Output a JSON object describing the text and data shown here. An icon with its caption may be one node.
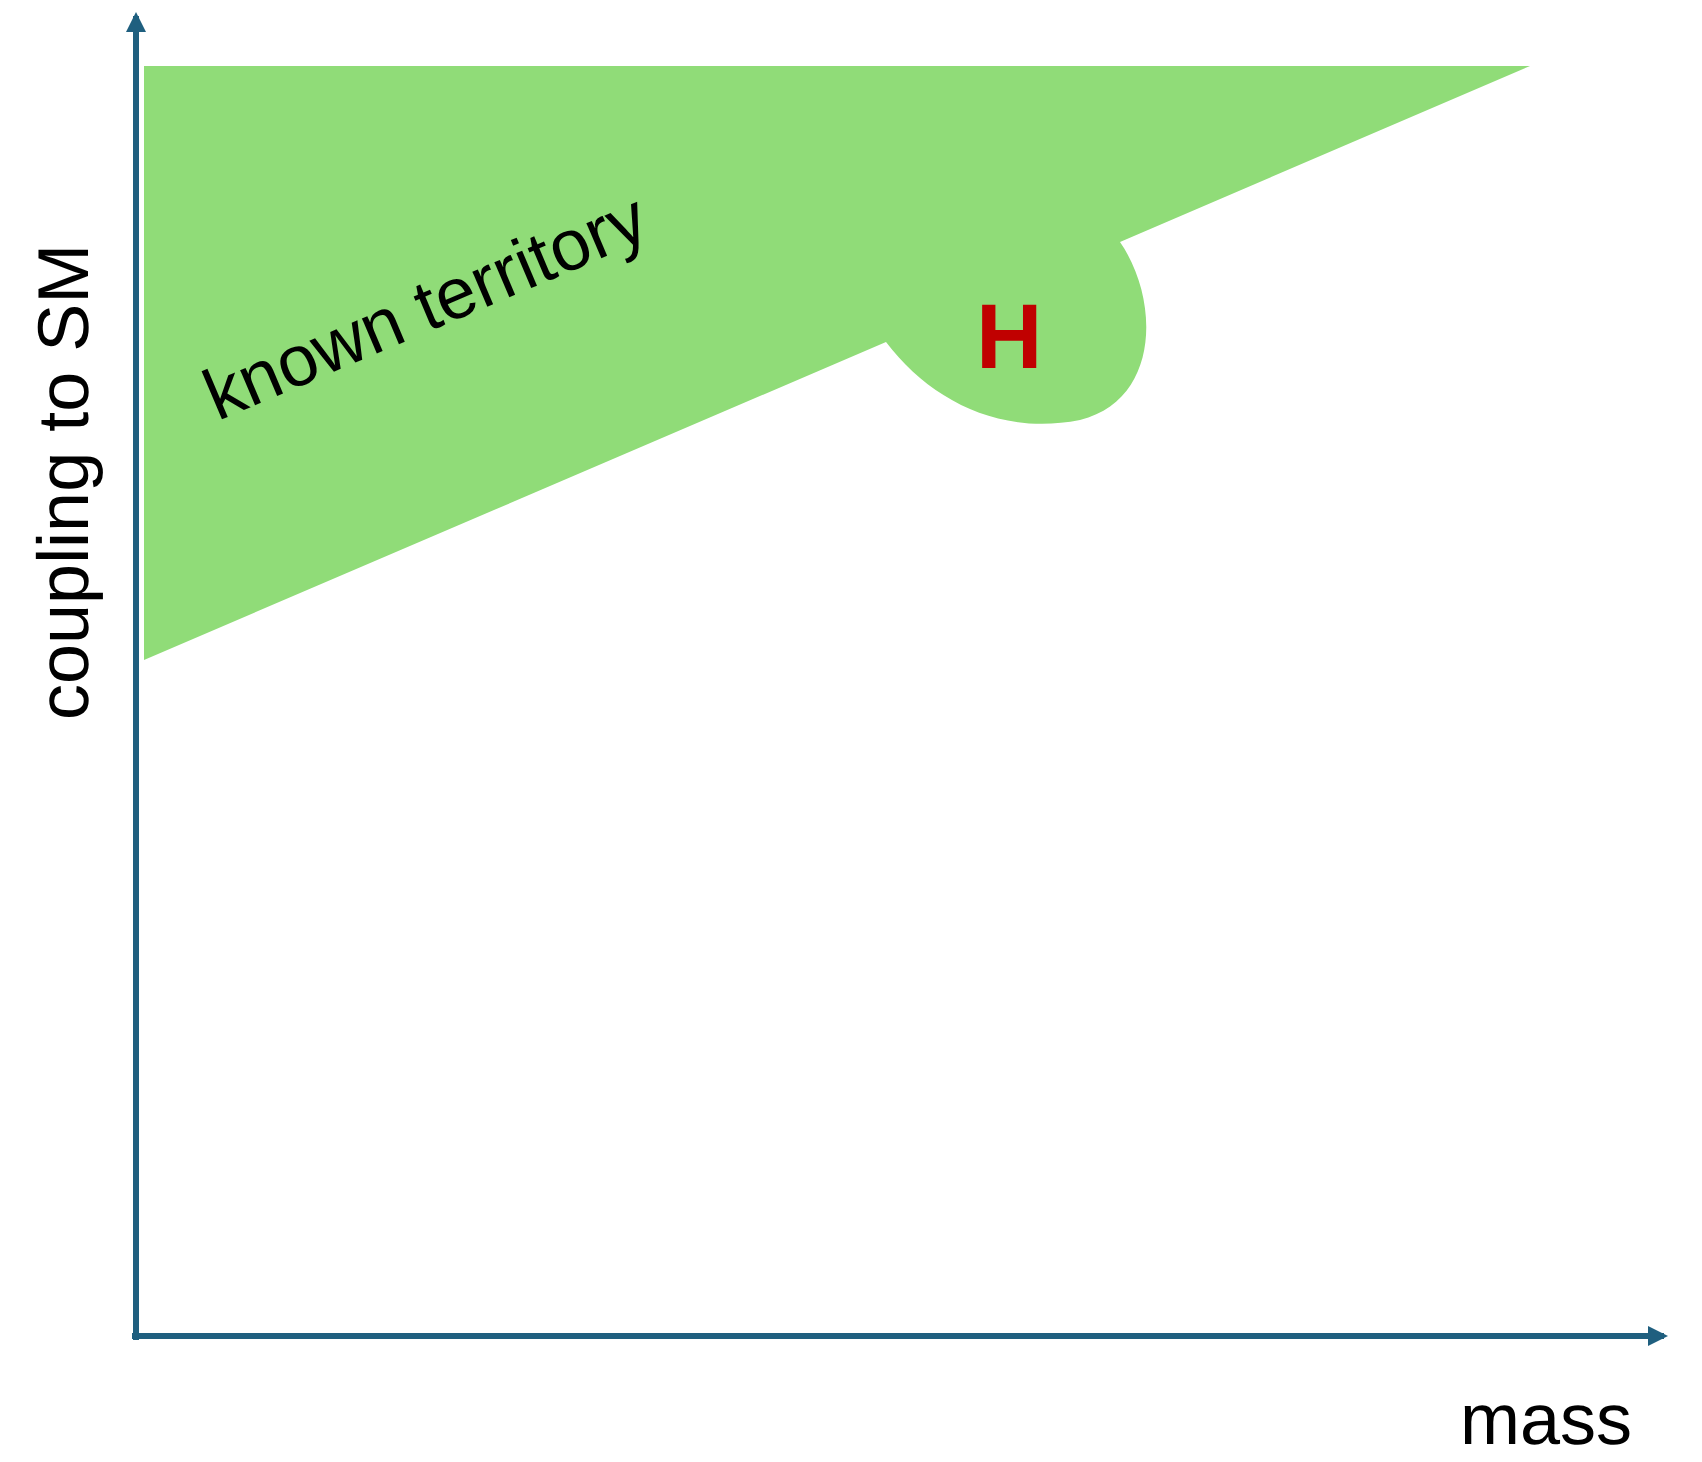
{
  "diagram": {
    "nodes": [
      {
        "text": [
          "known territory",
          "H"
        ]
      }
    ],
    "edges": [],
    "labels": [
      "coupling to SM",
      "mass"
    ]
  }
}
